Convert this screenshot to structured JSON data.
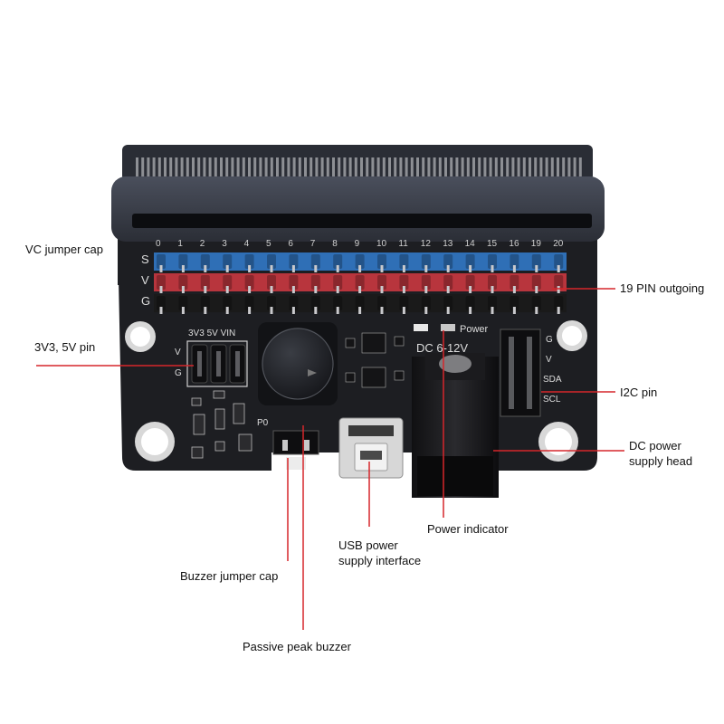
{
  "board": {
    "pin_numbers": [
      "0",
      "1",
      "2",
      "3",
      "4",
      "5",
      "6",
      "7",
      "8",
      "9",
      "10",
      "11",
      "12",
      "13",
      "14",
      "15",
      "16",
      "19",
      "20"
    ],
    "row_letters": [
      "S",
      "V",
      "G"
    ],
    "power_header_label": "3V3 5V VIN",
    "power_row_letters": [
      "V",
      "G"
    ],
    "power_silk": "Power",
    "dc_silk": "DC 6-12V",
    "i2c_silk": [
      "G",
      "V",
      "SDA",
      "SCL"
    ],
    "p0_silk": "P0",
    "colors": {
      "pcb": "#1d1e22",
      "signal_row": "#2f6fb6",
      "vcc_row": "#b8353d",
      "gnd_row": "#1a1a1a",
      "connector": "#3b3f4a",
      "callout_line": "#d6262b"
    }
  },
  "callouts": {
    "vc_jumper_cap": "VC jumper cap",
    "pin_3v3_5v": "3V3, 5V pin",
    "pin_19_outgoing": "19 PIN outgoing",
    "i2c_pin": "I2C pin",
    "dc_power_head": "DC power\nsupply head",
    "power_indicator": "Power indicator",
    "usb_power": "USB power\nsupply interface",
    "buzzer_jumper_cap": "Buzzer jumper cap",
    "passive_buzzer": "Passive peak buzzer"
  }
}
